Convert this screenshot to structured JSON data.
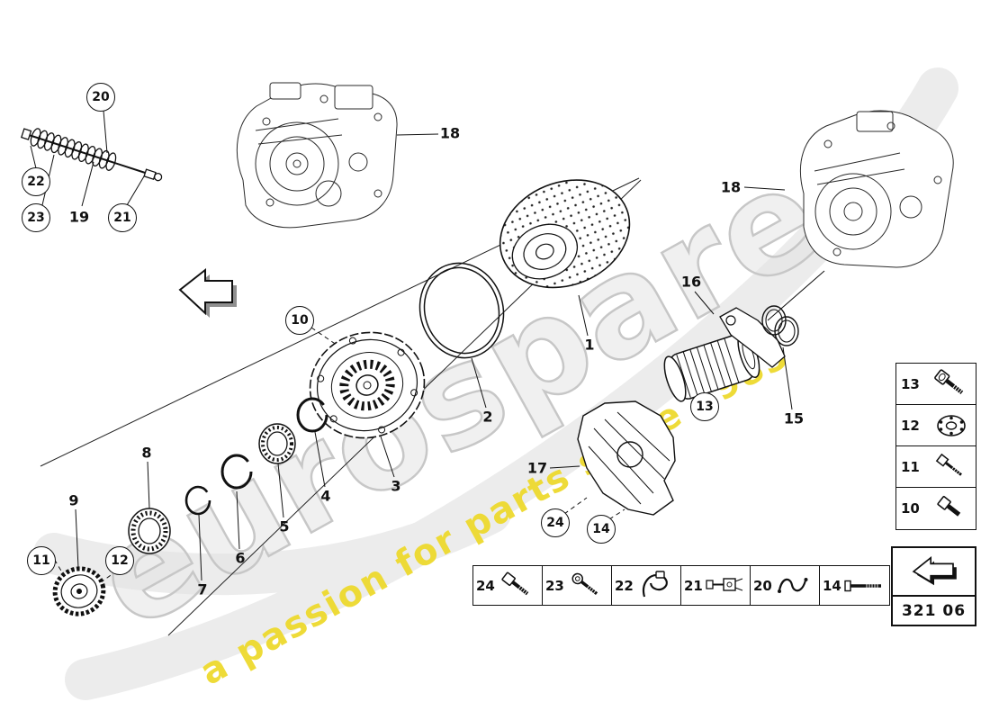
{
  "watermark": {
    "brand": "eurospares",
    "tagline": "a passion for parts since 1985",
    "brand_color": "#c7c7c7",
    "tagline_color": "#eeda2e"
  },
  "callouts": {
    "c10": "10",
    "c11": "11",
    "c12": "12",
    "c13": "13",
    "c14": "14",
    "c20": "20",
    "c21": "21",
    "c22": "22",
    "c23": "23",
    "c24": "24",
    "p1": "1",
    "p2": "2",
    "p3": "3",
    "p4": "4",
    "p5": "5",
    "p6": "6",
    "p7": "7",
    "p8": "8",
    "p9": "9",
    "p15": "15",
    "p16": "16",
    "p17": "17",
    "p18_left": "18",
    "p18_right": "18",
    "p19": "19"
  },
  "side_table": {
    "rows": [
      {
        "num": "13",
        "icon": "socket-head-bolt"
      },
      {
        "num": "12",
        "icon": "flange-disc"
      },
      {
        "num": "11",
        "icon": "hex-bolt"
      },
      {
        "num": "10",
        "icon": "short-bolt"
      }
    ]
  },
  "bottom_table": {
    "cells": [
      {
        "num": "24",
        "icon": "socket-head-bolt"
      },
      {
        "num": "23",
        "icon": "washer-bolt"
      },
      {
        "num": "22",
        "icon": "cable-tie"
      },
      {
        "num": "21",
        "icon": "sensor-switch"
      },
      {
        "num": "20",
        "icon": "spring-clip"
      },
      {
        "num": "14",
        "icon": "long-bolt"
      }
    ]
  },
  "code_box": {
    "code": "321 06"
  }
}
